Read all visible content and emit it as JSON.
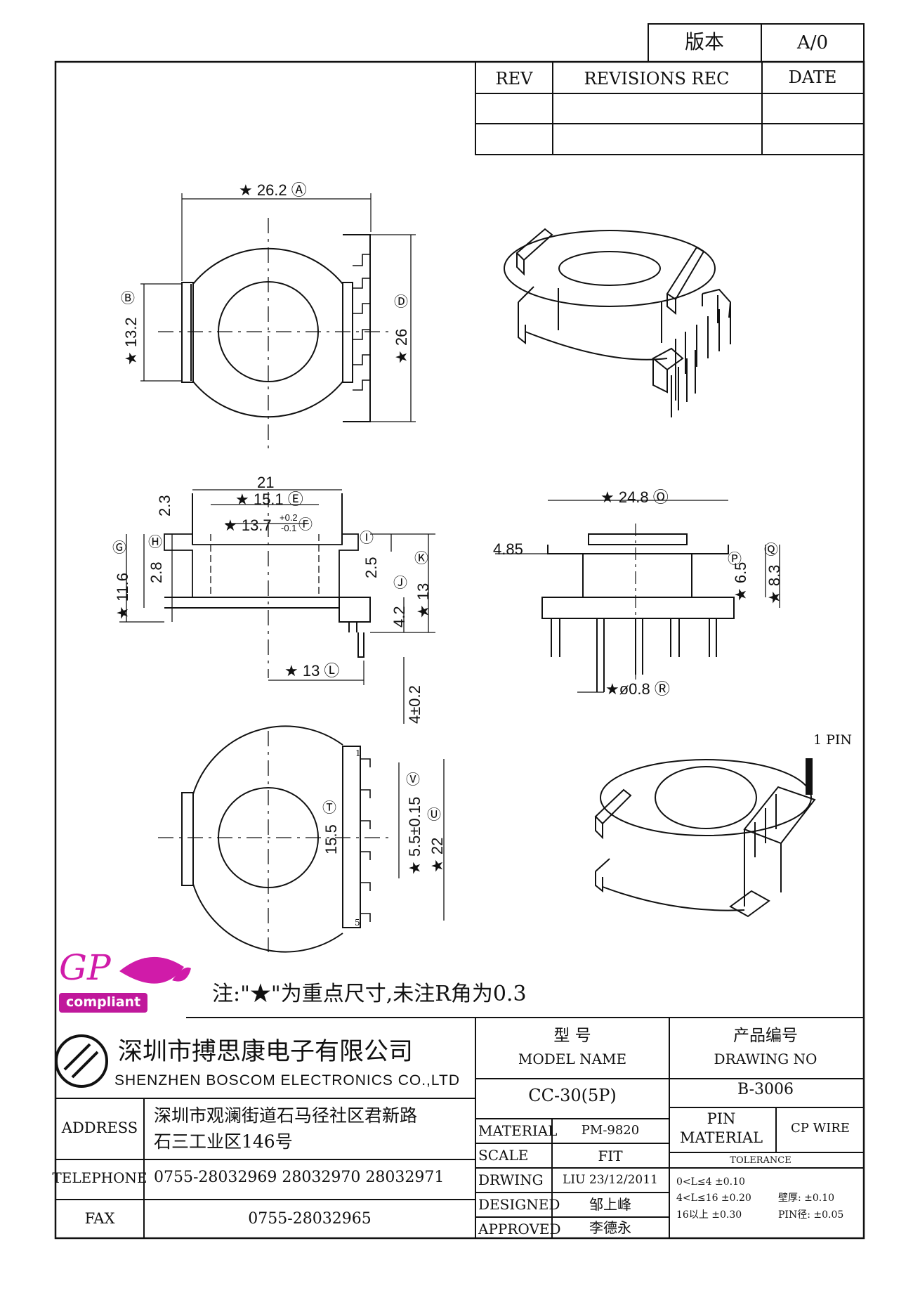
{
  "revision_block": {
    "version_label": "版本",
    "version_value": "A/0",
    "rev_header": "REV",
    "revisions_header": "REVISIONS REC",
    "date_header": "DATE"
  },
  "dimensions": {
    "A": "★ 26.2 Ⓐ",
    "B": "Ⓑ",
    "B_value": "★ 13.2",
    "D": "Ⓓ",
    "D_value": "★ 26",
    "d21": "21",
    "E": "★ 15.1 Ⓔ",
    "F": "★ 13.7",
    "F_tol_upper": "+0.2",
    "F_tol_lower": "-0.1",
    "F_circle": "Ⓕ",
    "d23": "2.3",
    "G": "Ⓖ",
    "G_value": "★ 11.6",
    "H": "Ⓗ",
    "H_value": "2.8",
    "I": "Ⓘ",
    "I_value": "2.5",
    "J": "Ⓙ",
    "J_value": "4.2",
    "K": "Ⓚ",
    "K_value": "★ 13",
    "L": "★ 13 Ⓛ",
    "pin_len": "4±0.2",
    "O": "★ 24.8 Ⓞ",
    "d485": "4.85",
    "P": "Ⓟ",
    "P_value": "★ 6.5",
    "Q": "Ⓠ",
    "Q_value": "★ 8.3",
    "R": "★ø0.8 Ⓡ",
    "T": "Ⓣ",
    "T_value": "15.5",
    "V": "Ⓥ",
    "V_value": "★ 5.5±0.15",
    "U": "Ⓤ",
    "U_value": "★ 22",
    "pin1_label": "1 PIN",
    "pin_no_1": "1",
    "pin_no_5": "5"
  },
  "note": "注:\"★\"为重点尺寸,未注R角为0.3",
  "logo": {
    "gp": "GP",
    "compliant": "compliant"
  },
  "company": {
    "name_cn": "深圳市搏思康电子有限公司",
    "name_en": "SHENZHEN BOSCOM ELECTRONICS CO.,LTD"
  },
  "info": {
    "address_label": "ADDRESS",
    "address_line1": "深圳市观澜街道石马径社区君新路",
    "address_line2": "石三工业区146号",
    "telephone_label": "TELEPHONE",
    "telephone_value": "0755-28032969 28032970 28032971",
    "fax_label": "FAX",
    "fax_value": "0755-28032965"
  },
  "title_block": {
    "model_cn": "型    号",
    "model_en": "MODEL NAME",
    "model_value": "CC-30(5P)",
    "drawing_cn": "产品编号",
    "drawing_en": "DRAWING NO",
    "drawing_value": "B-3006",
    "material_label": "MATERIAL",
    "material_value": "PM-9820",
    "scale_label": "SCALE",
    "scale_value": "FIT",
    "drwing_label": "DRWING",
    "drwing_value": "LIU 23/12/2011",
    "designed_label": "DESIGNED",
    "designed_value": "邹上峰",
    "approved_label": "APPROVED",
    "approved_value": "李德永",
    "pin_material_label1": "PIN",
    "pin_material_label2": "MATERIAL",
    "pin_material_value": "CP WIRE",
    "tolerance_label": "TOLERANCE",
    "tol1": "0<L≤4  ±0.10",
    "tol2": "4<L≤16  ±0.20",
    "tol3": "16以上    ±0.30",
    "wall": "壁厚:  ±0.10",
    "pin_dia": "PIN径: ±0.05"
  }
}
